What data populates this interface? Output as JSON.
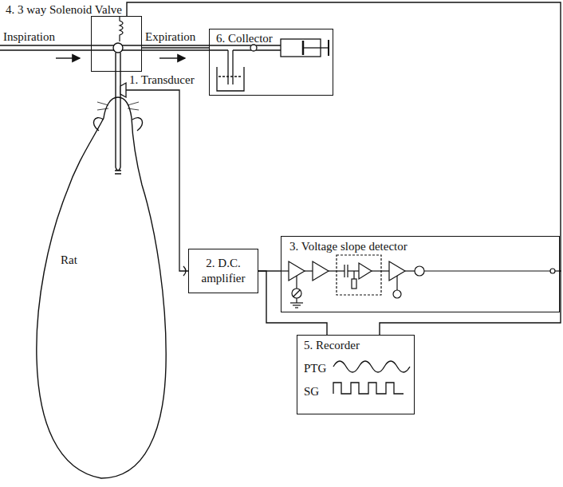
{
  "diagram": {
    "nodes": [
      {
        "text": [
          "4. 3 way Solenoid Valve"
        ]
      },
      {
        "text": [
          "6. Collector"
        ]
      },
      {
        "text": [
          "Rat"
        ]
      },
      {
        "text": [
          "2. D.C. amplifier"
        ]
      },
      {
        "text": [
          "3. Voltage slope detector"
        ]
      },
      {
        "text": [
          "5. Recorder",
          "PTG",
          "SG"
        ]
      }
    ],
    "edges": [
      {
        "from": 0,
        "to": 1,
        "arrow": "none"
      },
      {
        "from": 3,
        "to": 4,
        "arrow": "none"
      },
      {
        "from": 3,
        "to": 5,
        "arrow": "none"
      },
      {
        "from": 4,
        "to": 0,
        "arrow": "none"
      },
      {
        "from": 4,
        "to": 5,
        "arrow": "none"
      }
    ],
    "labels": [
      "Inspiration",
      "Expiration",
      "1. Transducer"
    ]
  }
}
